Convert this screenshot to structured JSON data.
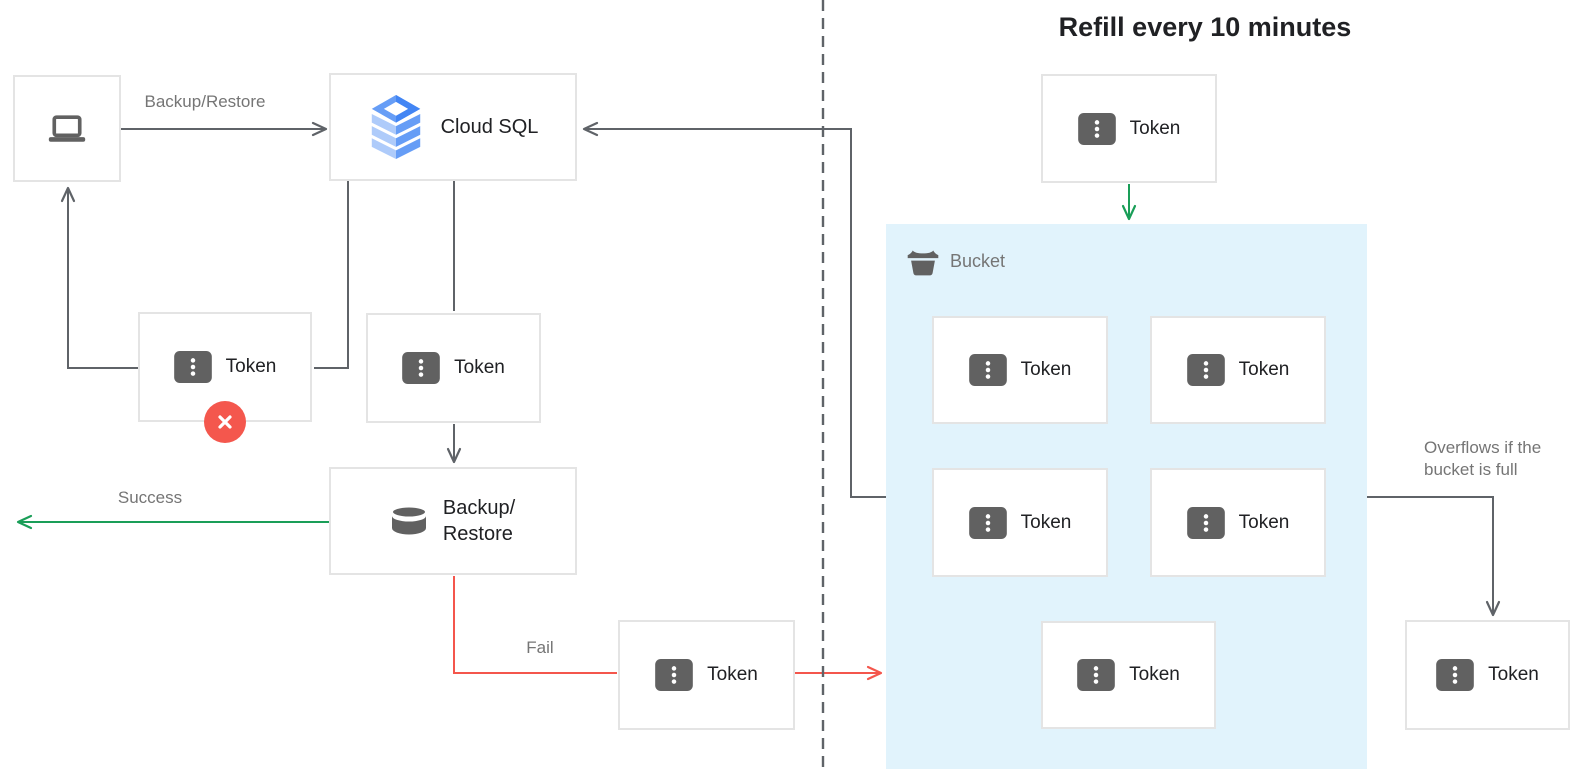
{
  "diagram": {
    "title": "Refill every 10 minutes",
    "node_labels": {
      "cloud_sql": "Cloud SQL",
      "token": "Token",
      "backup_restore_line1": "Backup/",
      "backup_restore_line2": "Restore",
      "bucket": "Bucket"
    },
    "edge_labels": {
      "request": "Backup/Restore",
      "success": "Success",
      "fail": "Fail",
      "overflow_line1": "Overflows if the",
      "overflow_line2": "bucket is full"
    },
    "colors": {
      "line_gray": "#5f6368",
      "success_green": "#1a9e58",
      "fail_red": "#f4564c",
      "bucket_fill": "#e1f3fc",
      "node_border": "#e4e4e4",
      "icon_gray": "#616161",
      "error_badge_red": "#f4574d",
      "cloud_sql_blue_dark": "#4285f4",
      "cloud_sql_blue_mid": "#669df6",
      "cloud_sql_blue_light": "#aecbfa"
    }
  }
}
